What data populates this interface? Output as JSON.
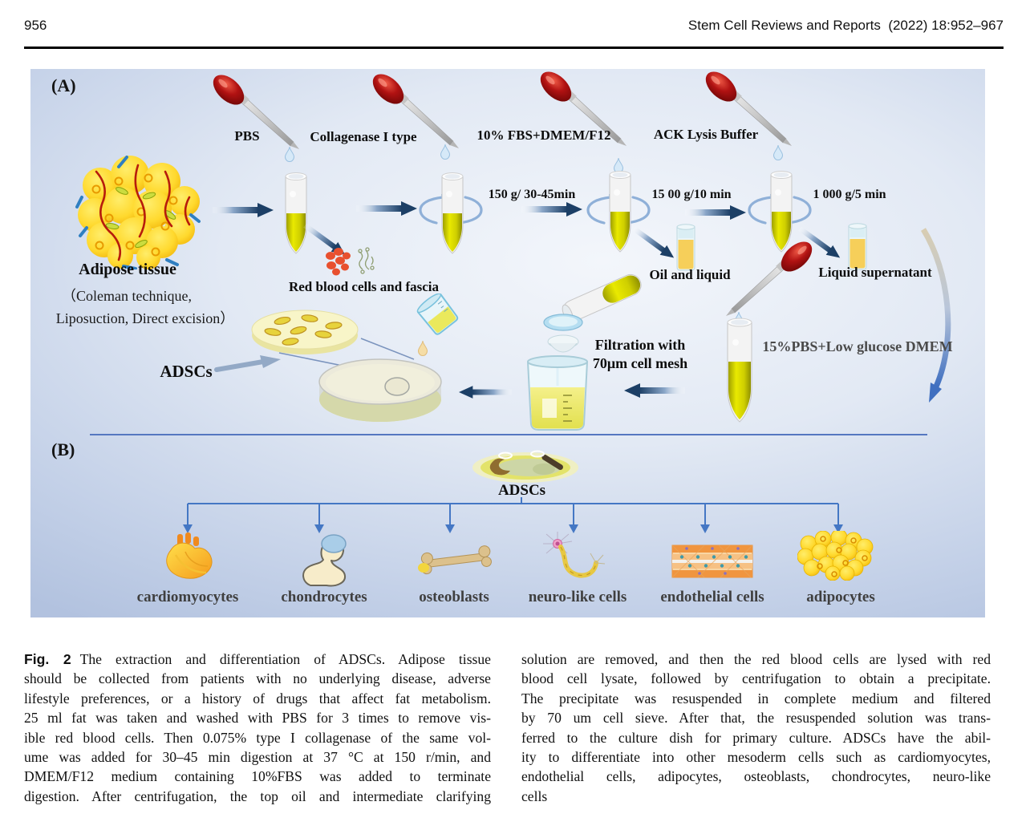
{
  "header": {
    "page_number": "956",
    "journal": "Stem Cell Reviews and Reports  (2022) 18:952–967"
  },
  "figure": {
    "panel_a": {
      "label": "(A)",
      "reagents": [
        "PBS",
        "Collagenase I type",
        "10% FBS+DMEM/F12",
        "ACK Lysis Buffer"
      ],
      "steps": [
        "150 g/ 30-45min",
        "15 00 g/10 min",
        "1 000 g/5 min"
      ],
      "adipose_title": "Adipose tissue",
      "adipose_sub1": "（Coleman technique,",
      "adipose_sub2": "Liposuction, Direct excision）",
      "rbc_label": "Red blood cells and fascia",
      "adscs_label": "ADSCs",
      "oil_label": "Oil and liquid",
      "supernatant_label": "Liquid supernatant",
      "filtration_line1": "Filtration with",
      "filtration_line2": "70μm cell mesh",
      "resuspend_label": "15%PBS+Low glucose DMEM"
    },
    "panel_b": {
      "label": "(B)",
      "adscs_label": "ADSCs",
      "cell_types": [
        "cardiomyocytes",
        "chondrocytes",
        "osteoblasts",
        "neuro-like cells",
        "endothelial cells",
        "adipocytes"
      ]
    }
  },
  "caption": {
    "fig_label": "Fig. 2",
    "left_lines": [
      "The extraction and differentiation of ADSCs. Adipose tissue",
      "should be collected from patients with no underlying disease, adverse",
      "lifestyle preferences, or a history of drugs that affect fat metabolism.",
      "25 ml fat was taken and washed with PBS for 3 times to remove vis-",
      "ible red blood cells. Then 0.075% type I collagenase of the same vol-",
      "ume was added for 30–45 min digestion at 37 °C at 150 r/min, and",
      "DMEM/F12 medium containing 10%FBS was added to terminate",
      "digestion. After centrifugation, the top oil and intermediate clarifying"
    ],
    "right_lines": [
      "solution are removed, and then the red blood cells are lysed with red",
      "blood cell lysate, followed by centrifugation to obtain a precipitate.",
      "The precipitate was resuspended in complete medium and filtered",
      "by 70 um cell sieve. After that, the resuspended solution was trans-",
      "ferred to the culture dish for primary culture. ADSCs have the abil-",
      "ity to differentiate into other mesoderm cells such as cardiomyocytes,",
      "endothelial cells, adipocytes, osteoblasts, chondrocytes, neuro-like",
      "cells"
    ]
  },
  "colors": {
    "figure_bg_corner": "#b2c2df",
    "figure_bg_center": "#f3f6fb",
    "arrow_navy": "#1c3f66",
    "rotation_blue": "#8fb0d8",
    "branch_blue": "#4477c4",
    "tube_liquid_yellow": "#d6d600",
    "pipette_bulb_red": "#a80f0f",
    "oil_yellow": "#f6cf5a",
    "rbc_red": "#e8502f"
  },
  "icons": [
    "pipette-icon",
    "droplet-icon",
    "test-tube-icon",
    "rotation-arrows-icon",
    "flow-arrow-icon",
    "adipose-tissue-icon",
    "rbc-fascia-icon",
    "oil-cup-icon",
    "curved-arrow-icon",
    "filter-funnel-icon",
    "beaker-icon",
    "pouring-beaker-icon",
    "cell-disc-icon",
    "petri-dish-icon",
    "culture-dish-icon",
    "heart-icon",
    "cartilage-bone-icon",
    "bone-icon",
    "neuron-icon",
    "vessel-icon",
    "adipocyte-cluster-icon"
  ]
}
